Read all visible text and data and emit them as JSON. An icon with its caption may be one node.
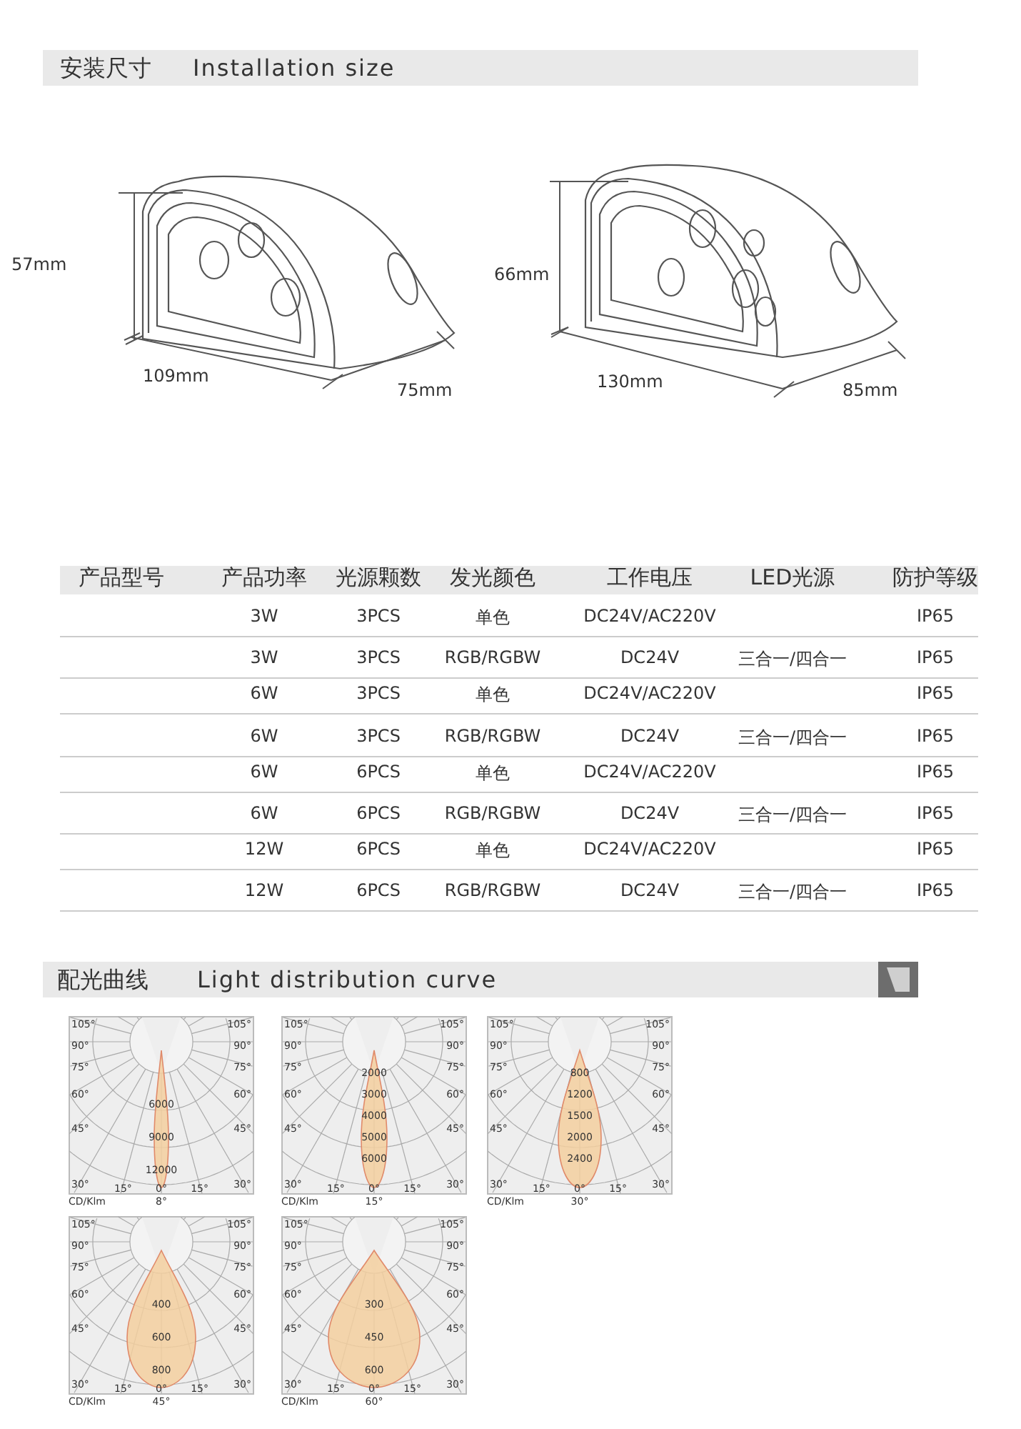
{
  "diagram": {
    "labels": [
      "安装尺寸",
      "Installation size",
      "57mm",
      "109mm",
      "75mm",
      "66mm",
      "130mm",
      "85mm",
      "产品型号",
      "产品功率",
      "光源颗数",
      "发光颜色",
      "工作电压",
      "LED光源",
      "防护等级",
      "3W",
      "3PCS",
      "单色",
      "DC24V/AC220V",
      "IP65",
      "3W",
      "3PCS",
      "RGB/RGBW",
      "DC24V",
      "三合一/四合一",
      "IP65",
      "6W",
      "3PCS",
      "单色",
      "DC24V/AC220V",
      "IP65",
      "6W",
      "3PCS",
      "RGB/RGBW",
      "DC24V",
      "三合一/四合一",
      "IP65",
      "6W",
      "6PCS",
      "单色",
      "DC24V/AC220V",
      "IP65",
      "6W",
      "6PCS",
      "RGB/RGBW",
      "DC24V",
      "三合一/四合一",
      "IP65",
      "12W",
      "6PCS",
      "单色",
      "DC24V/AC220V",
      "IP65",
      "12W",
      "6PCS",
      "RGB/RGBW",
      "DC24V",
      "三合一/四合一",
      "IP65",
      "配光曲线",
      "Light distribution curve",
      "105°",
      "105°",
      "90°",
      "90°",
      "75°",
      "75°",
      "60°",
      "60°",
      "45°",
      "45°",
      "6000",
      "9000",
      "12000",
      "30°",
      "15°",
      "0°",
      "15°",
      "30°",
      "CD/Klm",
      "8°",
      "105°",
      "105°",
      "90°",
      "90°",
      "75°",
      "75°",
      "60°",
      "60°",
      "45°",
      "45°",
      "2000",
      "3000",
      "4000",
      "5000",
      "6000",
      "30°",
      "15°",
      "0°",
      "15°",
      "30°",
      "CD/Klm",
      "15°",
      "105°",
      "105°",
      "90°",
      "90°",
      "75°",
      "75°",
      "60°",
      "60°",
      "45°",
      "45°",
      "800",
      "1200",
      "1500",
      "2000",
      "2400",
      "30°",
      "15°",
      "0°",
      "15°",
      "30°",
      "CD/Klm",
      "30°",
      "105°",
      "105°",
      "90°",
      "90°",
      "75°",
      "75°",
      "60°",
      "60°",
      "45°",
      "45°",
      "400",
      "600",
      "800",
      "30°",
      "15°",
      "0°",
      "15°",
      "30°",
      "CD/Klm",
      "45°",
      "105°",
      "105°",
      "90°",
      "90°",
      "75°",
      "75°",
      "60°",
      "60°",
      "45°",
      "45°",
      "300",
      "450",
      "600",
      "30°",
      "15°",
      "0°",
      "15°",
      "30°",
      "CD/Klm",
      "60°"
    ]
  }
}
